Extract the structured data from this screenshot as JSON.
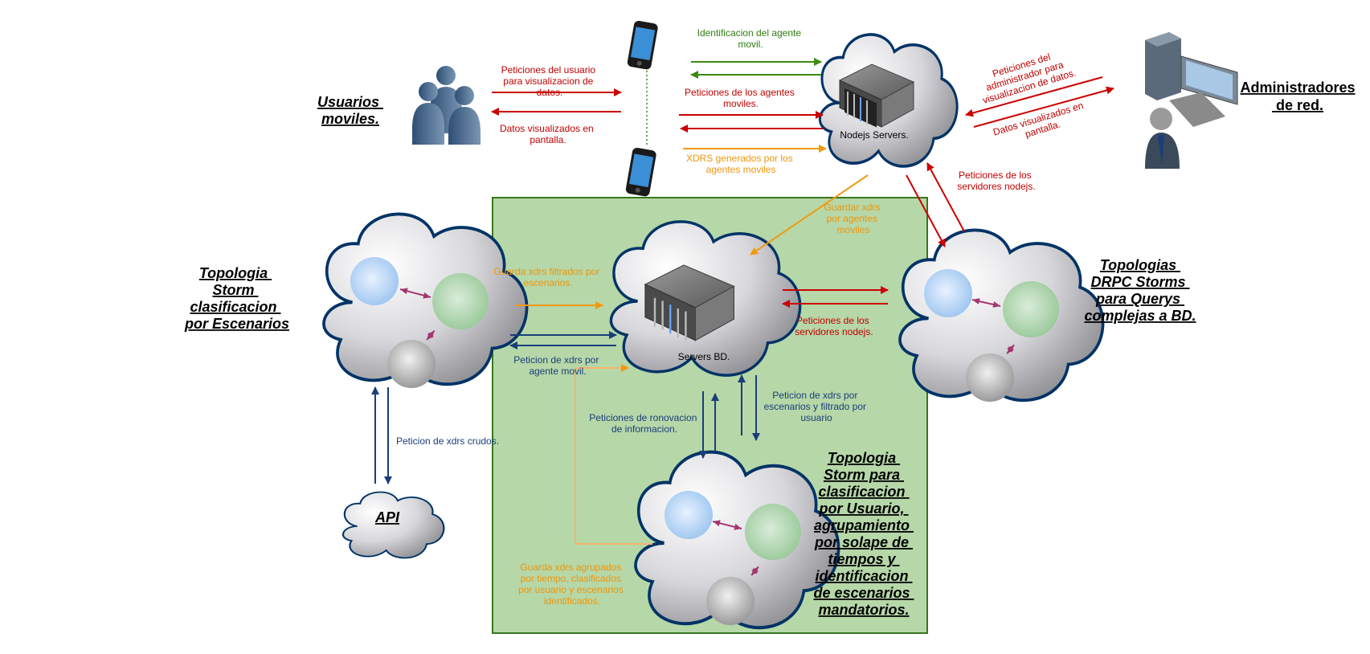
{
  "colors": {
    "red": "#cc0000",
    "green": "#3a8a10",
    "orange": "#f29a12",
    "blue": "#1a3e7a",
    "panel_fill": "#b6d7a8",
    "panel_border": "#38761d",
    "cloud_border": "#003366",
    "purple_arrow": "#a3366e"
  },
  "actors": {
    "mobile_users": [
      "Usuarios ",
      "moviles."
    ],
    "admins": [
      "Administradores",
      " de red."
    ],
    "api": "API"
  },
  "servers": {
    "nodejs": "Nodejs Servers.",
    "bd": "Servers BD."
  },
  "topologies": {
    "scenarios": [
      "Topologia ",
      "Storm ",
      "clasificacion ",
      "por Escenarios"
    ],
    "drpc": [
      "Topologias ",
      "DRPC Storms ",
      "para Querys ",
      "complejas a BD."
    ],
    "user": [
      "Topologia ",
      "Storm para ",
      "clasificacion ",
      "por Usuario, ",
      "agrupamiento ",
      "por solape de ",
      "tiempos y ",
      "identificacion ",
      "de escenarios ",
      "mandatorios."
    ]
  },
  "edges": {
    "user_requests": [
      "Peticiones del usuario",
      "para visualizacion de",
      "datos."
    ],
    "data_shown": [
      "Datos visualizados en",
      "pantalla."
    ],
    "agent_id": [
      "Identificacion del agente",
      "movil."
    ],
    "agent_requests": [
      "Peticiones de los agentes",
      "moviles."
    ],
    "xdrs_generated": [
      "XDRS generados por los",
      "agentes moviles"
    ],
    "admin_requests": [
      "Peticiones del",
      "administrador para",
      "visualizacion de datos."
    ],
    "admin_data_shown": [
      "Datos visualizados en",
      "pantalla."
    ],
    "nodejs_requests_top": [
      "Peticiones de los",
      "servidores nodejs."
    ],
    "save_xdrs_agents": [
      "Guardar xdrs",
      "por agentes",
      "moviles"
    ],
    "save_filtered": [
      "Guarda xdrs filtrados por",
      "escenarios."
    ],
    "xdrs_by_agent": [
      "Peticion de xdrs por",
      "agente movil."
    ],
    "nodejs_requests_bd": [
      "Peticiones de los",
      "servidores nodejs."
    ],
    "raw_xdrs": "Peticion de xdrs crudos.",
    "renew_info": [
      "Peticiones de ronovacion",
      "de informacion."
    ],
    "xdrs_by_scenario": [
      "Peticion de xdrs  por",
      "escenarios y filtrado por",
      "usuario"
    ],
    "save_grouped": [
      "Guarda xdrs agrupados",
      "por tiempo, clasificados",
      "por usuario y escenarios",
      "identificados."
    ]
  }
}
